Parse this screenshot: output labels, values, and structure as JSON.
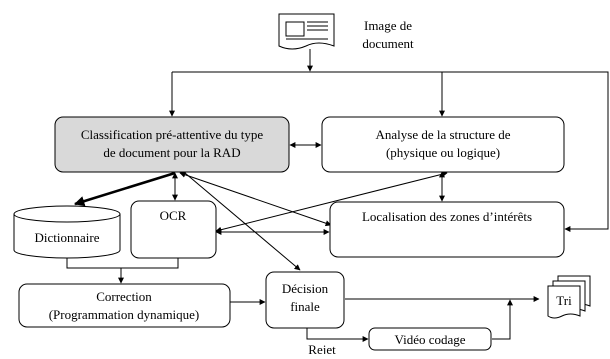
{
  "diagram": {
    "input": {
      "line1": "Image de",
      "line2": "document"
    },
    "classification": {
      "line1": "Classification pré-attentive du type",
      "line2": "de document pour la RAD"
    },
    "analyse": {
      "line1": "Analyse de la structure de",
      "line2": "(physique ou logique)"
    },
    "dictionnaire": {
      "label": "Dictionnaire"
    },
    "ocr": {
      "label": "OCR"
    },
    "localisation": {
      "label": "Localisation des zones d’intérêts"
    },
    "correction": {
      "line1": "Correction",
      "line2": "(Programmation dynamique)"
    },
    "decision": {
      "line1": "Décision",
      "line2": "finale"
    },
    "video": {
      "label": "Vidéo codage"
    },
    "rejet": {
      "label": "Rejet"
    },
    "tri": {
      "label": "Tri"
    }
  }
}
